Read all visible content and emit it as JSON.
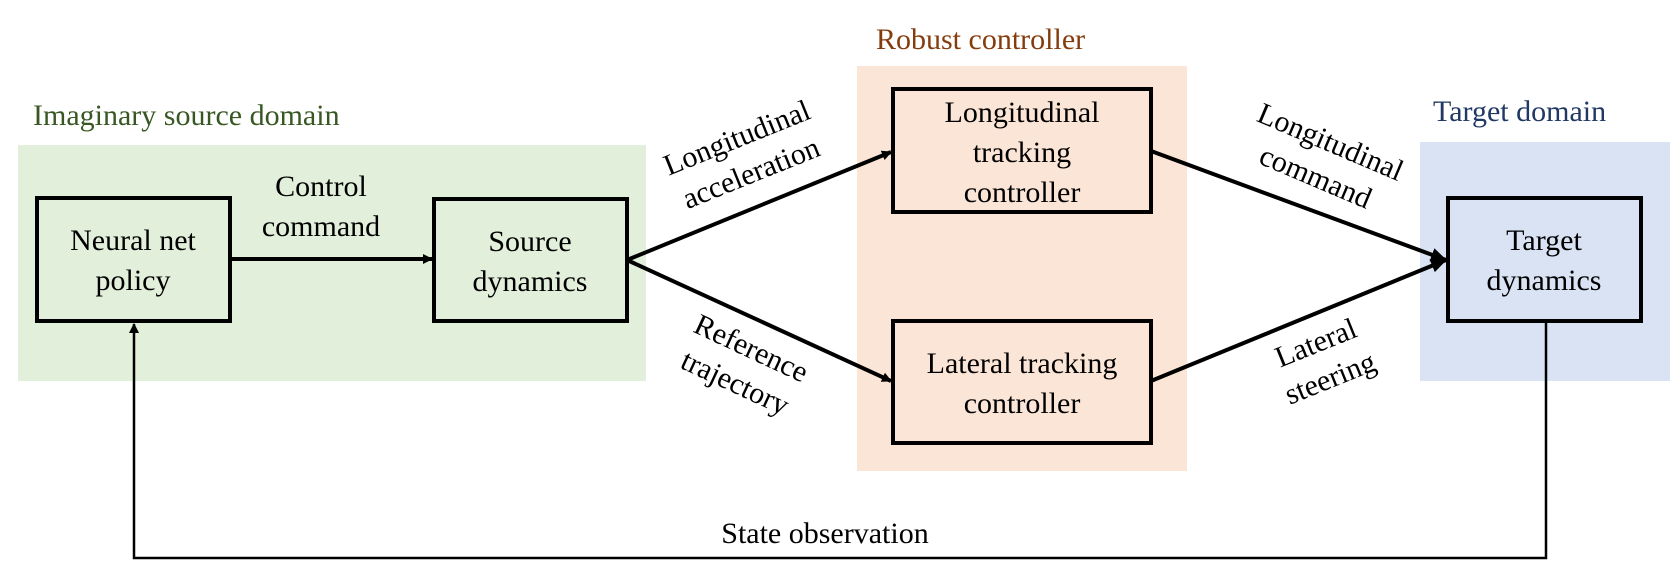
{
  "colors": {
    "source_region_fill": "#e2efda",
    "source_region_title": "#385723",
    "robust_region_fill": "#fbe5d6",
    "robust_region_title": "#843c0c",
    "target_region_fill": "#dae3f3",
    "target_region_title": "#203864",
    "stroke": "#000000"
  },
  "regions": {
    "source": {
      "title": "Imaginary source domain"
    },
    "robust": {
      "title": "Robust controller"
    },
    "target": {
      "title": "Target domain"
    }
  },
  "nodes": {
    "policy": {
      "line1": "Neural net",
      "line2": "policy"
    },
    "source_dynamics": {
      "line1": "Source",
      "line2": "dynamics"
    },
    "longitudinal_controller": {
      "line1": "Longitudinal",
      "line2": "tracking",
      "line3": "controller"
    },
    "lateral_controller": {
      "line1": "Lateral tracking",
      "line2": "controller"
    },
    "target_dynamics": {
      "line1": "Target",
      "line2": "dynamics"
    }
  },
  "edges": {
    "control_command": {
      "line1": "Control",
      "line2": "command"
    },
    "longitudinal_acceleration": {
      "line1": "Longitudinal",
      "line2": "acceleration"
    },
    "reference_trajectory": {
      "line1": "Reference",
      "line2": "trajectory"
    },
    "longitudinal_command": {
      "line1": "Longitudinal",
      "line2": "command"
    },
    "lateral_steering": {
      "line1": "Lateral",
      "line2": "steering"
    },
    "state_observation": {
      "label": "State observation"
    }
  }
}
